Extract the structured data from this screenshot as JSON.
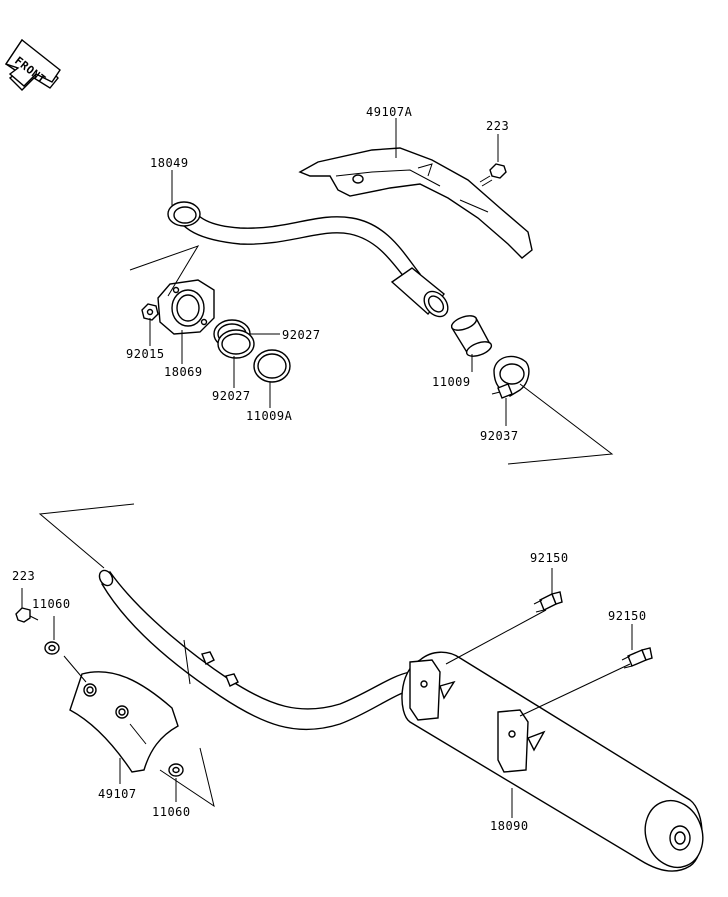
{
  "labels": {
    "front": "FRONT",
    "p18049": "18049",
    "p49107A": "49107A",
    "p223_top": "223",
    "p92027_right": "92027",
    "p92015": "92015",
    "p18069": "18069",
    "p92027_bottom": "92027",
    "p11009A": "11009A",
    "p11009": "11009",
    "p92037": "92037",
    "p92150_a": "92150",
    "p92150_b": "92150",
    "p223_left": "223",
    "p11060_top": "11060",
    "p49107": "49107",
    "p11060_bottom": "11060",
    "p18090": "18090"
  }
}
